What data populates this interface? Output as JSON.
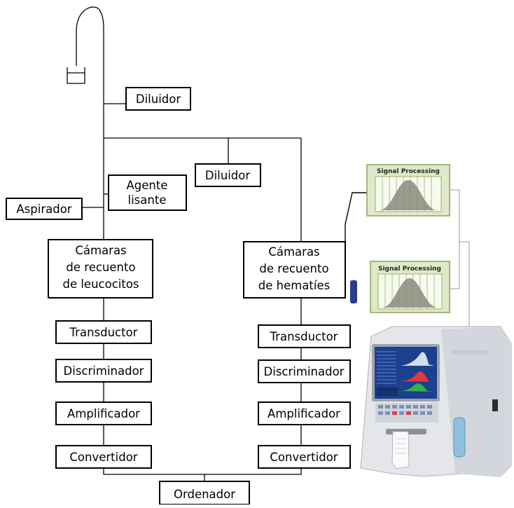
{
  "diagram": {
    "nodes": {
      "diluidor_1": "Diluidor",
      "diluidor_2": "Diluidor",
      "agente_lisante": [
        "Agente",
        "lisante"
      ],
      "aspirador": "Aspirador",
      "camaras_leucocitos": [
        "Cámaras",
        "de recuento",
        "de leucocitos"
      ],
      "camaras_hematies": [
        "Cámaras",
        "de recuento",
        "de hematíes"
      ],
      "transductor_left": "Transductor",
      "transductor_right": "Transductor",
      "discriminador_left": "Discriminador",
      "discriminador_right": "Discriminador",
      "amplificador_left": "Amplificador",
      "amplificador_right": "Amplificador",
      "convertidor_left": "Convertidor",
      "convertidor_right": "Convertidor",
      "ordenador": "Ordenador"
    },
    "signal_panels": {
      "title": "Signal Processing"
    },
    "colors": {
      "panel_fill": "#dfe9c8",
      "panel_border": "#8aa25a",
      "machine_body": "#e4e6ea",
      "screen": "#1c3f8f",
      "connector": "#2a3c8c"
    }
  }
}
